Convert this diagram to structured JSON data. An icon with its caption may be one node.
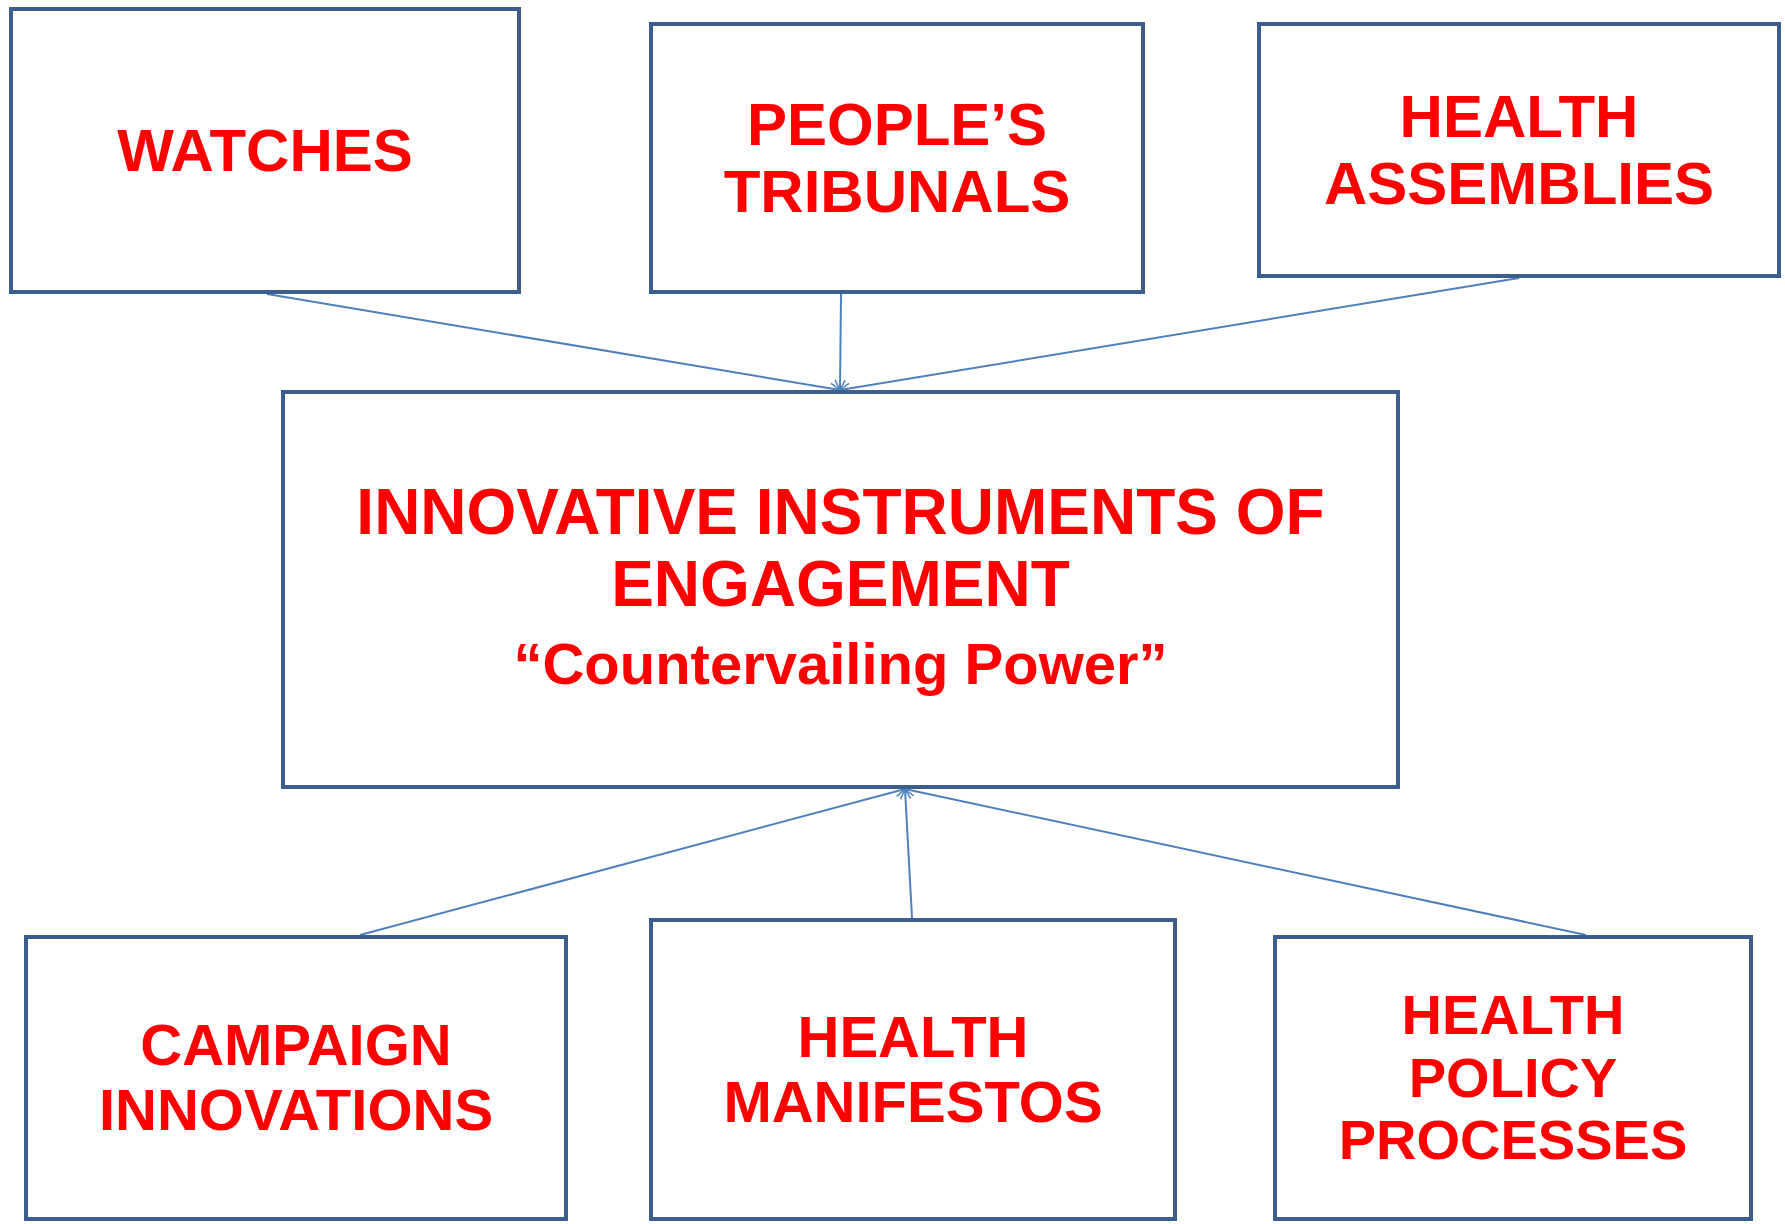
{
  "diagram": {
    "nodes": [
      {
        "text": [
          "WATCHES"
        ]
      },
      {
        "text": [
          "PEOPLE’S TRIBUNALS"
        ]
      },
      {
        "text": [
          "HEALTH ASSEMBLIES"
        ]
      },
      {
        "text": [
          "INNOVATIVE INSTRUMENTS OF ENGAGEMENT",
          "“Countervailing Power”"
        ]
      },
      {
        "text": [
          "CAMPAIGN INNOVATIONS"
        ]
      },
      {
        "text": [
          "HEALTH MANIFESTOS"
        ]
      },
      {
        "text": [
          "HEALTH POLICY PROCESSES"
        ]
      }
    ],
    "edges": [
      {
        "from": 0,
        "to": 3,
        "arrow": "to"
      },
      {
        "from": 1,
        "to": 3,
        "arrow": "to"
      },
      {
        "from": 2,
        "to": 3,
        "arrow": "to"
      },
      {
        "from": 4,
        "to": 3,
        "arrow": "to"
      },
      {
        "from": 5,
        "to": 3,
        "arrow": "to"
      },
      {
        "from": 6,
        "to": 3,
        "arrow": "to"
      }
    ]
  }
}
